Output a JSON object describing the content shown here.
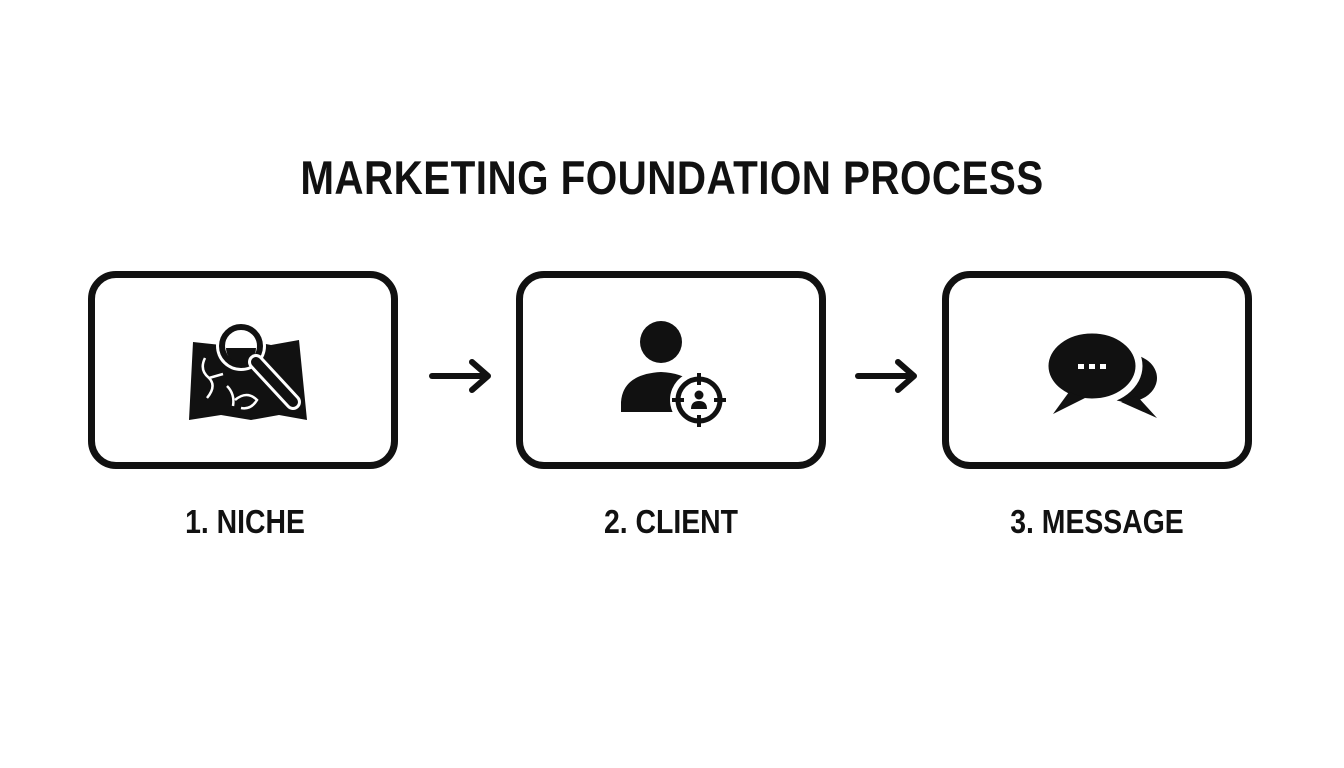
{
  "diagram": {
    "title": "MARKETING FOUNDATION PROCESS",
    "steps": [
      {
        "label": "1. NICHE",
        "icon": "map-magnifier-icon"
      },
      {
        "label": "2. CLIENT",
        "icon": "person-target-icon"
      },
      {
        "label": "3. MESSAGE",
        "icon": "chat-bubbles-icon"
      }
    ],
    "connector_icon": "arrow-right-icon",
    "colors": {
      "ink": "#111111",
      "background": "#ffffff"
    }
  }
}
